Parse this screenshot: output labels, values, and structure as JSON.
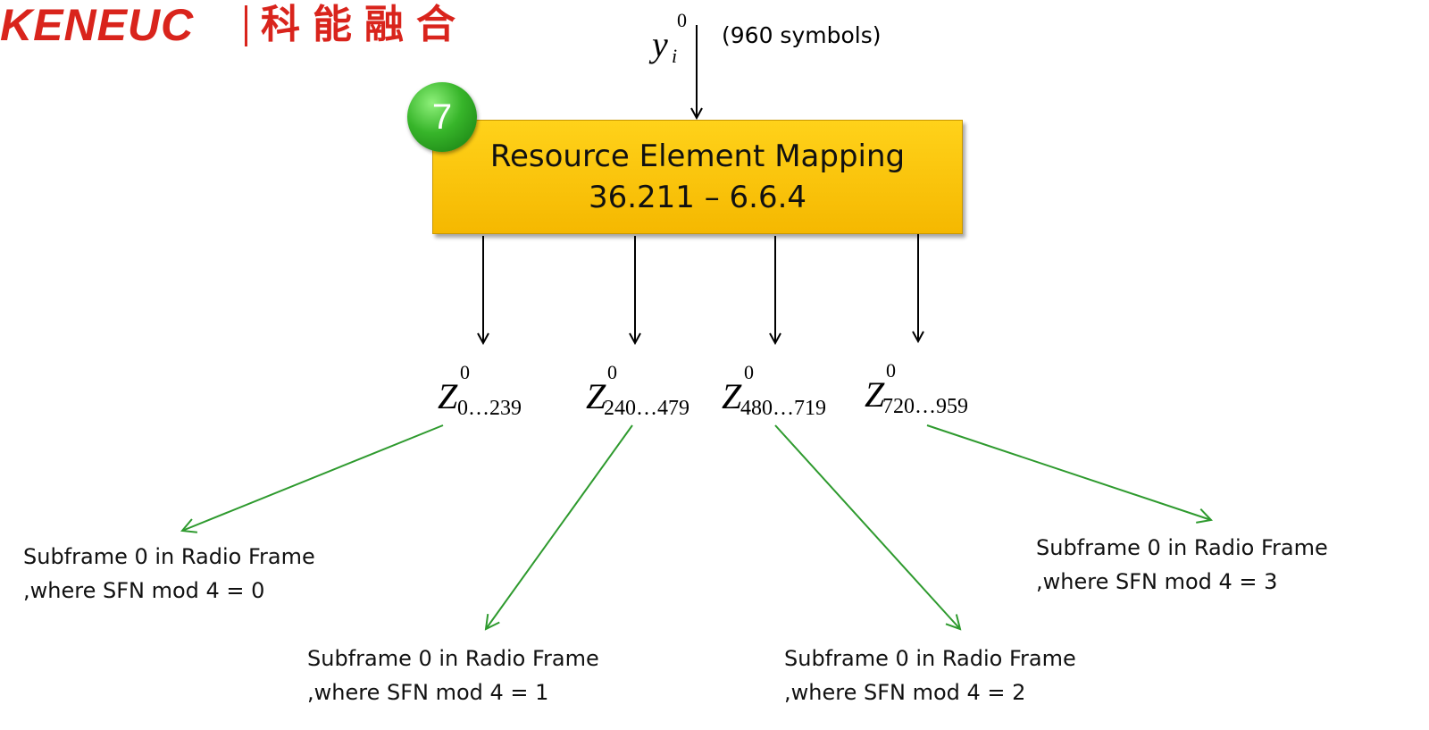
{
  "logo": {
    "latin": "KENEUC",
    "cjk": "科能融合"
  },
  "input": {
    "symbol": "y",
    "superscript": "0",
    "subscript": "i",
    "note": "(960 symbols)"
  },
  "step": {
    "number": "7",
    "title": "Resource Element Mapping",
    "spec": "36.211 – 6.6.4"
  },
  "outputs": [
    {
      "symbol": "Z",
      "superscript": "0",
      "range": "0…239"
    },
    {
      "symbol": "Z",
      "superscript": "0",
      "range": "240…479"
    },
    {
      "symbol": "Z",
      "superscript": "0",
      "range": "480…719"
    },
    {
      "symbol": "Z",
      "superscript": "0",
      "range": "720…959"
    }
  ],
  "destinations": [
    {
      "line1": "Subframe  0 in Radio Frame",
      "line2": ",where SFN mod 4 = 0"
    },
    {
      "line1": "Subframe  0 in Radio Frame",
      "line2": ",where SFN mod 4 = 1"
    },
    {
      "line1": "Subframe  0 in Radio Frame",
      "line2": ",where SFN mod 4 = 2"
    },
    {
      "line1": "Subframe  0 in Radio Frame",
      "line2": ",where SFN mod 4 = 3"
    }
  ],
  "colors": {
    "brand": "#d9241c",
    "box_fill": "#f9c80e",
    "badge": "#2fa52a",
    "mapping_arrow": "#2e9a2e",
    "flow_arrow": "#000000"
  }
}
